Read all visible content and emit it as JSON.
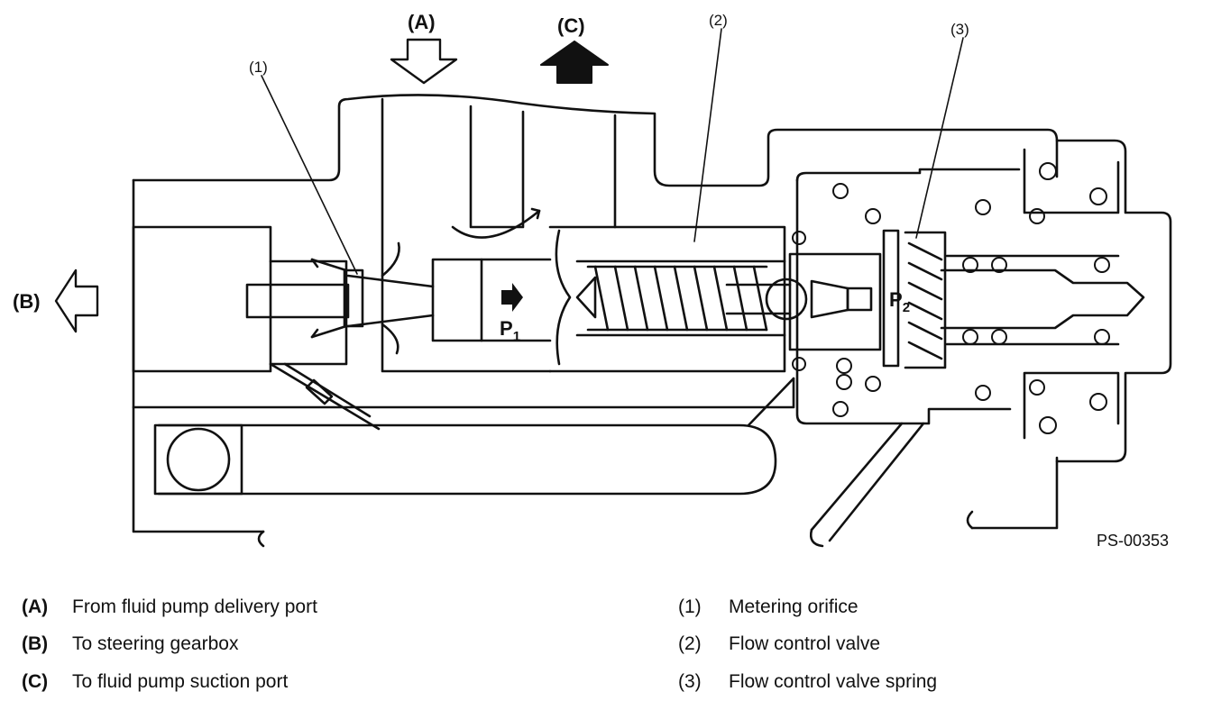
{
  "diagram": {
    "callouts": {
      "A": "(A)",
      "B": "(B)",
      "C": "(C)",
      "n1": "(1)",
      "n2": "(2)",
      "n3": "(3)",
      "p1": "P",
      "p1_sub": "1",
      "p2": "P",
      "p2_sub": "2"
    },
    "code": "PS-00353"
  },
  "legend": {
    "left": [
      {
        "key": "(A)",
        "text": "From fluid pump delivery port"
      },
      {
        "key": "(B)",
        "text": "To steering gearbox"
      },
      {
        "key": "(C)",
        "text": "To fluid pump suction port"
      }
    ],
    "right": [
      {
        "key": "(1)",
        "text": "Metering orifice"
      },
      {
        "key": "(2)",
        "text": "Flow control valve"
      },
      {
        "key": "(3)",
        "text": "Flow control valve spring"
      }
    ]
  }
}
